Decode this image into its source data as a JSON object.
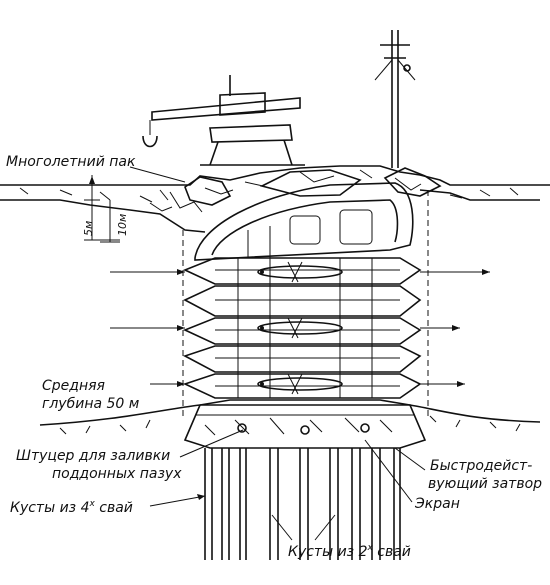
{
  "labels": {
    "perennial_ice": "Многолетний пак",
    "depth_5m": "5м",
    "depth_10m": "10м",
    "avg_depth_line1": "Средняя",
    "avg_depth_line2": "глубина 50 м",
    "nozzle_line1": "Штуцер для заливки",
    "nozzle_line2": "поддонных пазух",
    "piles4": "Кусты из 4",
    "piles4_sup": "х",
    "piles4_tail": " свай",
    "quick_line1": "Быстродейст-",
    "quick_line2": "вующий затвор",
    "screen": "Экран",
    "piles2": "Кусты из 2",
    "piles2_sup": "х",
    "piles2_tail": " свай"
  }
}
